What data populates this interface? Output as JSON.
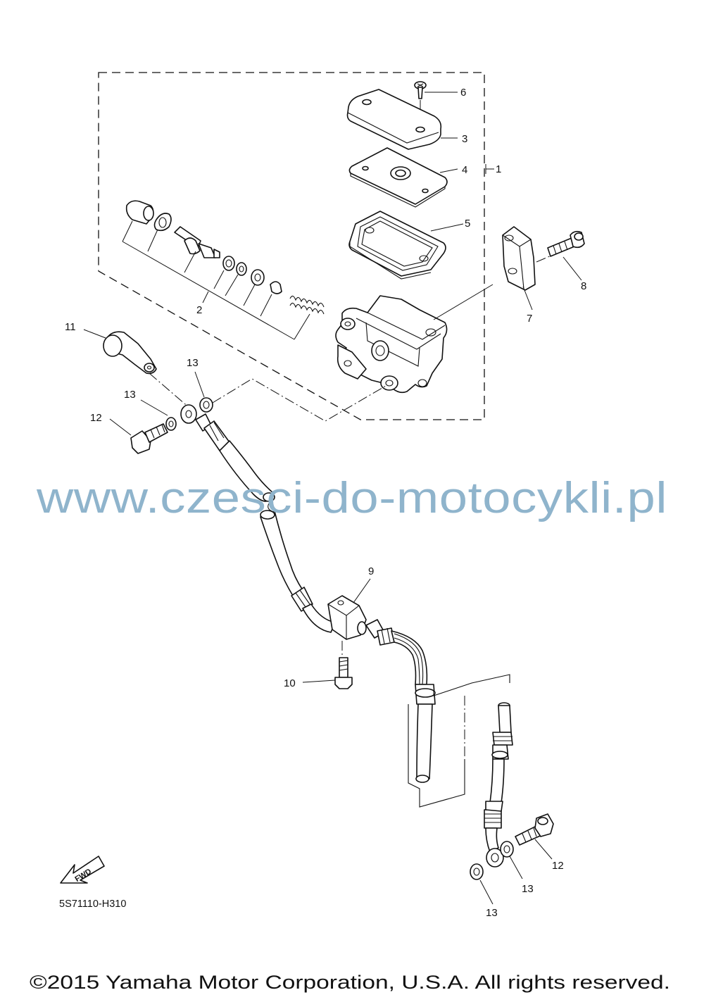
{
  "watermark": "www.czesci-do-motocykli.pl",
  "diagram_code": "5S71110-H310",
  "copyright": "©2015 Yamaha Motor Corporation, U.S.A. All rights reserved.",
  "fwd_label": "FWD",
  "callouts": {
    "c1": "1",
    "c2": "2",
    "c3": "3",
    "c4": "4",
    "c5": "5",
    "c6": "6",
    "c7": "7",
    "c8": "8",
    "c9": "9",
    "c10": "10",
    "c11": "11",
    "c12a": "12",
    "c12b": "12",
    "c13a": "13",
    "c13b": "13",
    "c13c": "13",
    "c13d": "13"
  }
}
